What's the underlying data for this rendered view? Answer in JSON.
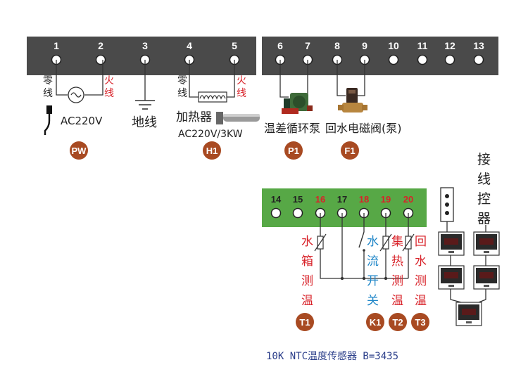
{
  "top_terminals": [
    "1",
    "2",
    "3",
    "4",
    "5",
    "6",
    "7",
    "8",
    "9",
    "10",
    "11",
    "12",
    "13"
  ],
  "power": {
    "neutral": "零\n线",
    "live": "火\n线",
    "voltage": "AC220V",
    "badge": "PW"
  },
  "ground": {
    "label": "地线"
  },
  "heater": {
    "neutral": "零\n线",
    "live": "火\n线",
    "label": "加热器",
    "spec": "AC220V/3KW",
    "badge": "H1"
  },
  "pump": {
    "label": "温差循环泵",
    "badge": "P1"
  },
  "valve": {
    "label": "回水电磁阀(泵)",
    "badge": "F1"
  },
  "bottom_terminals": [
    "14",
    "15",
    "16",
    "17",
    "18",
    "19",
    "20"
  ],
  "bottom_terminal_colors": [
    "#222222",
    "#222222",
    "#d8232a",
    "#222222",
    "#d8232a",
    "#d8232a",
    "#d8232a"
  ],
  "sensors": {
    "tank": {
      "label": "水箱测温",
      "badge": "T1",
      "color": "#d8232a"
    },
    "flow": {
      "label": "水流开关",
      "badge": "K1",
      "color": "#1f86c8"
    },
    "collector": {
      "label": "集热测温",
      "badge": "T2",
      "color": "#d8232a"
    },
    "return": {
      "label": "回水测温",
      "badge": "T3",
      "color": "#d8232a"
    }
  },
  "controller_label": "接线控器",
  "sensor_note": "10K NTC温度传感器 B=3435",
  "colors": {
    "terminal_strip": "#4a4a4a",
    "sensor_strip": "#57a846",
    "badge": "#a84a22"
  }
}
